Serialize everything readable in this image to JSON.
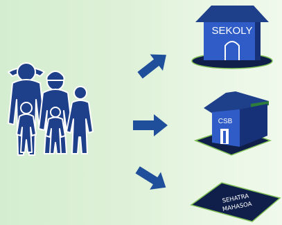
{
  "colors": {
    "background": "#dff1da",
    "family_fill": "#1e3f8a",
    "family_outline": "#ffffff",
    "arrow": "#1f4f9a",
    "building": "#2f5cc6",
    "building_dark": "#173178",
    "roof": "#1e3f8a",
    "shadow": "#0f1f4a",
    "shadow_edge": "#7fbf55"
  },
  "icons": {
    "family": "family-icon",
    "school": "school-building-icon",
    "health_center": "health-center-building-icon",
    "land": "land-plot-icon",
    "arrow": "arrow-right-icon"
  },
  "destinations": [
    {
      "label": "SEKOLY"
    },
    {
      "label": "CSB"
    },
    {
      "label_line1": "SEHATRA",
      "label_line2": "MAHASOA"
    }
  ]
}
